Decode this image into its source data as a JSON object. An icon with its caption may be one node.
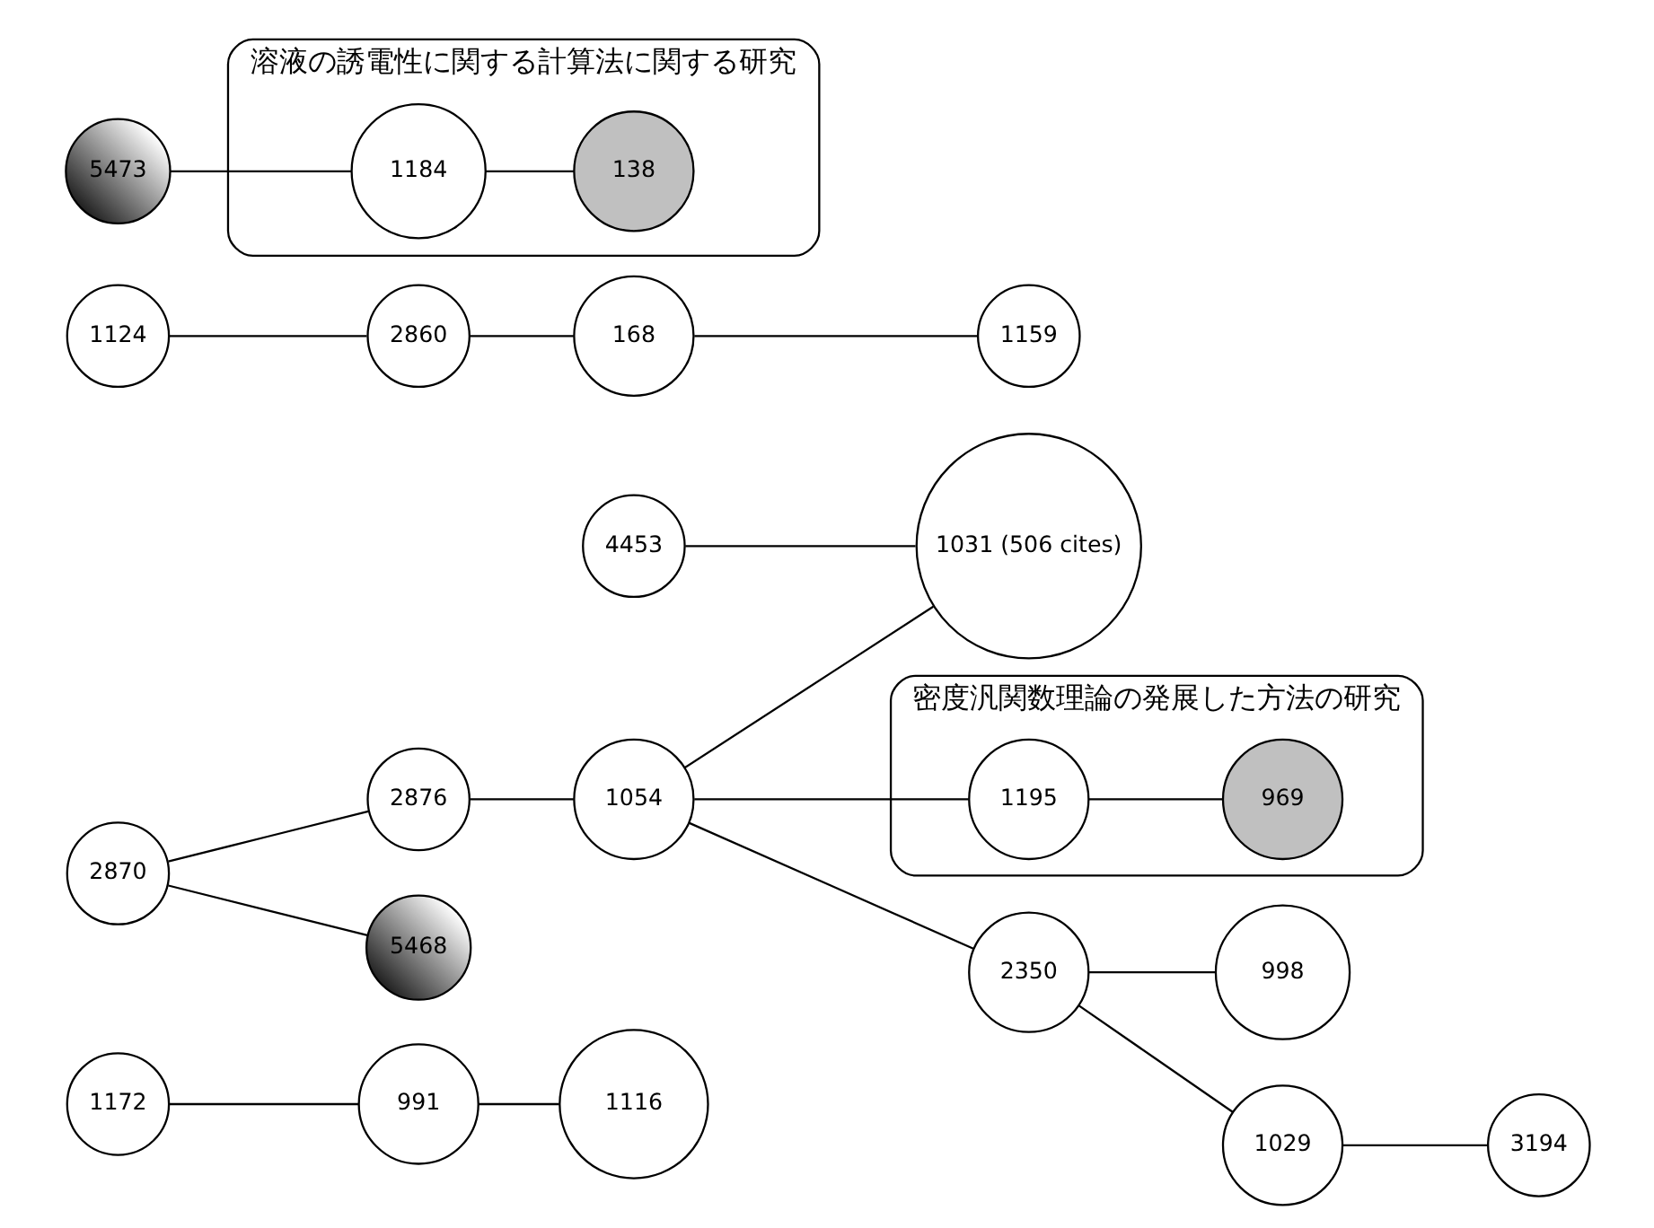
{
  "diagram": {
    "nodes": [
      {
        "text": [
          "1172"
        ]
      },
      {
        "text": [
          "991"
        ]
      },
      {
        "text": [
          "1116"
        ]
      },
      {
        "text": [],
        "shape": "ellipse",
        "beside": [
          "密度汎関数理論の発展した方法の研究"
        ]
      },
      {
        "text": [
          "1195"
        ],
        "in": 3
      },
      {
        "text": [
          "969"
        ],
        "in": 3
      },
      {
        "text": [
          "2870"
        ]
      },
      {
        "text": [
          "2876"
        ]
      },
      {
        "text": [
          "1054"
        ]
      },
      {
        "text": [
          "4453"
        ]
      },
      {
        "text": [
          "2860"
        ]
      },
      {
        "text": [
          "1124"
        ]
      },
      {
        "text": [
          "2350"
        ]
      },
      {
        "text": [
          "998"
        ]
      },
      {
        "text": [
          "1031 (506 cites)"
        ]
      },
      {
        "text": [
          "3194"
        ]
      },
      {
        "text": [
          "1029"
        ]
      },
      {
        "text": [
          "5473"
        ]
      },
      {
        "text": [
          "168"
        ]
      },
      {
        "text": [],
        "shape": "ellipse",
        "beside": [
          "溶液の誘電性に関する計算法に関する研究"
        ]
      },
      {
        "text": [
          "1184"
        ],
        "in": 19
      },
      {
        "text": [
          "138"
        ],
        "in": 19
      },
      {
        "text": [
          "5468"
        ]
      },
      {
        "text": [
          "1159"
        ]
      }
    ],
    "edges": [
      {
        "from": 0,
        "to": 1,
        "arrow": "none"
      },
      {
        "from": 1,
        "to": 2,
        "arrow": "none"
      },
      {
        "from": 6,
        "to": 7,
        "arrow": "none"
      },
      {
        "from": 6,
        "to": 22,
        "arrow": "none"
      },
      {
        "from": 7,
        "to": 8,
        "arrow": "none"
      },
      {
        "from": 8,
        "to": 12,
        "arrow": "none"
      },
      {
        "from": 8,
        "to": 4,
        "arrow": "none"
      },
      {
        "from": 4,
        "to": 5,
        "arrow": "none"
      },
      {
        "from": 8,
        "to": 14,
        "arrow": "none"
      },
      {
        "from": 9,
        "to": 14,
        "arrow": "none"
      },
      {
        "from": 11,
        "to": 10,
        "arrow": "none"
      },
      {
        "from": 10,
        "to": 18,
        "arrow": "none"
      },
      {
        "from": 18,
        "to": 23,
        "arrow": "none"
      },
      {
        "from": 12,
        "to": 13,
        "arrow": "none"
      },
      {
        "from": 12,
        "to": 16,
        "arrow": "none"
      },
      {
        "from": 16,
        "to": 15,
        "arrow": "none"
      },
      {
        "from": 17,
        "to": 20,
        "arrow": "none"
      },
      {
        "from": 20,
        "to": 21,
        "arrow": "none"
      }
    ]
  }
}
